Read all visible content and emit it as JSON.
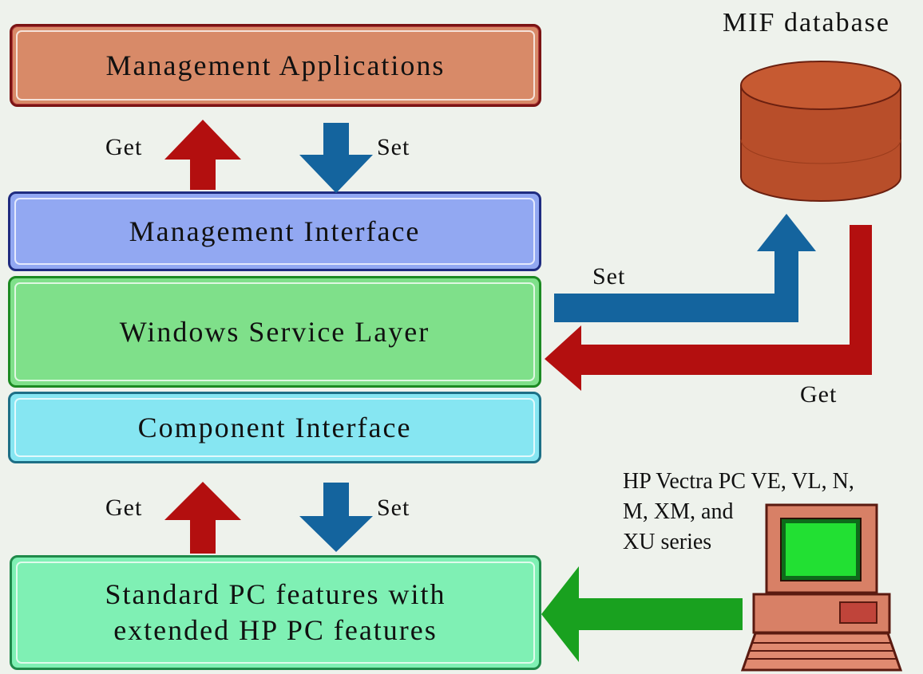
{
  "layers": {
    "management_applications": "Management Applications",
    "management_interface": "Management Interface",
    "windows_service_layer": "Windows Service Layer",
    "component_interface": "Component Interface",
    "standard_pc_line1": "Standard PC features with",
    "standard_pc_line2": "extended HP PC features"
  },
  "labels": {
    "get_top": "Get",
    "set_top": "Set",
    "get_bottom": "Get",
    "set_bottom": "Set",
    "set_right": "Set",
    "get_right": "Get",
    "mif_database": "MIF database",
    "hp_line1": "HP Vectra PC VE, VL, N,",
    "hp_line2": "M, XM, and",
    "hp_line3": "XU series"
  },
  "colors": {
    "get_arrow": "#b30f0f",
    "set_arrow": "#14649e",
    "pc_arrow": "#19a11f",
    "database": "#b84e2a"
  }
}
